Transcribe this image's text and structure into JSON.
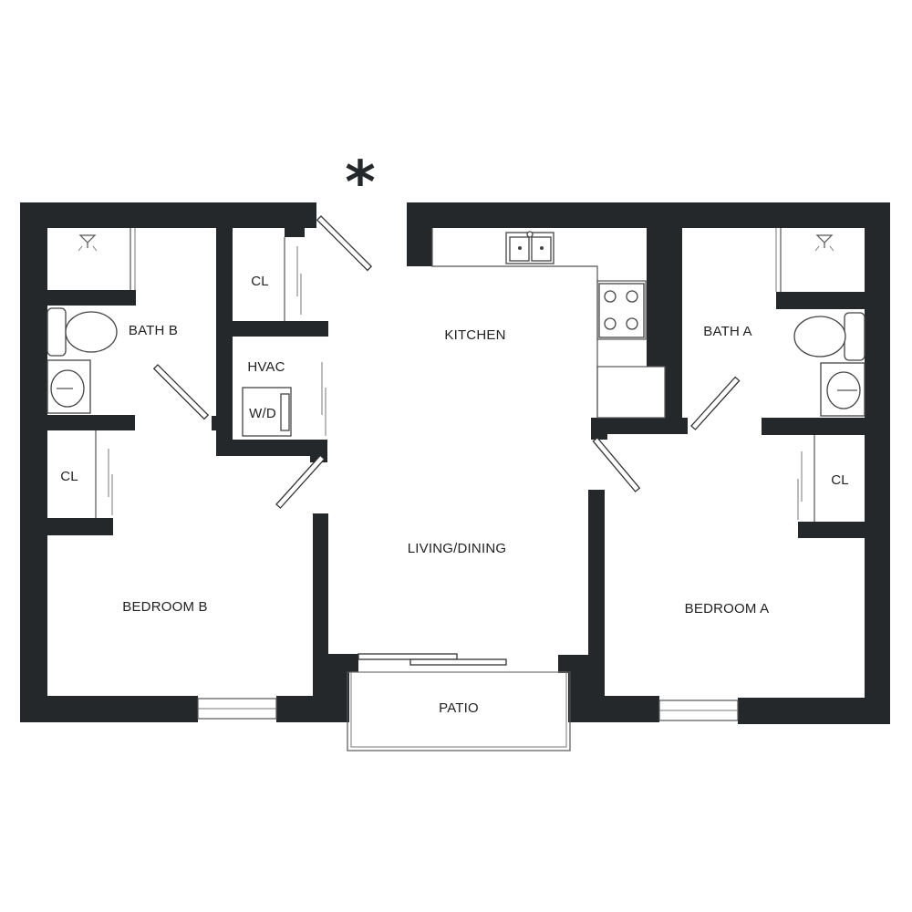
{
  "rooms": {
    "kitchen": "KITCHEN",
    "bath_a": "BATH A",
    "bath_b": "BATH B",
    "closet_label": "CL",
    "hvac": "HVAC",
    "washer_dryer": "W/D",
    "living_dining": "LIVING/DINING",
    "bedroom_a": "BEDROOM A",
    "bedroom_b": "BEDROOM B",
    "patio": "PATIO"
  },
  "entry_marker": "*",
  "colors": {
    "wall": "#25282b",
    "background": "#ffffff"
  }
}
